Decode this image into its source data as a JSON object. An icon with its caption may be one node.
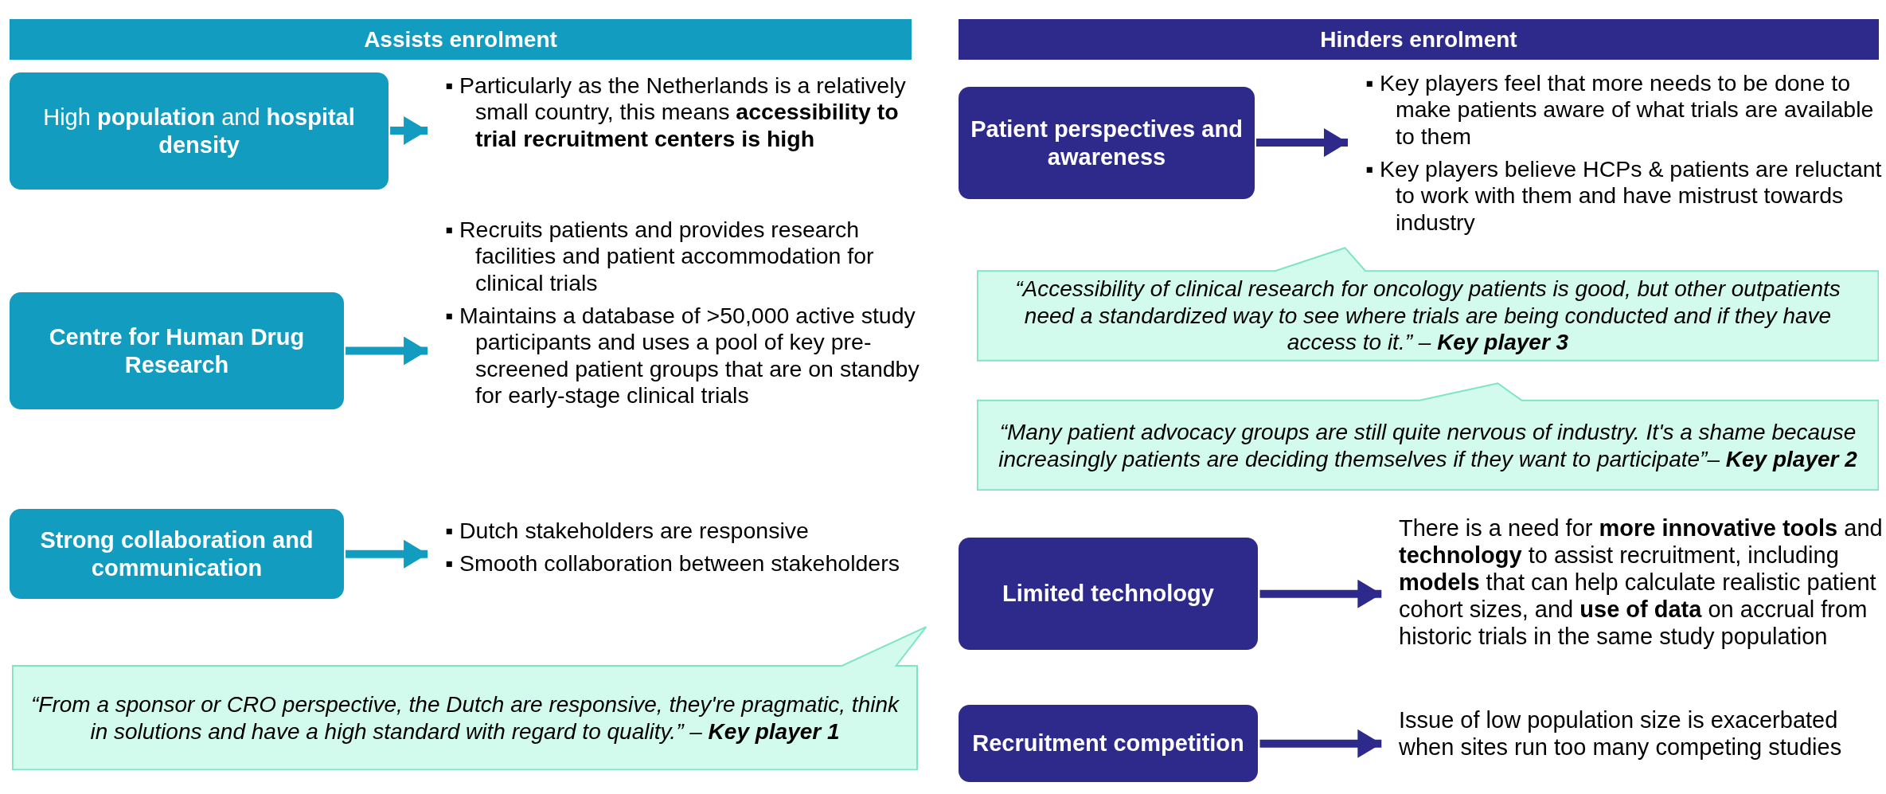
{
  "diagram": {
    "nodes": [
      {
        "text": [
          "Assists enrolment"
        ]
      },
      {
        "text": [
          "High **population** and **hospital density**"
        ]
      },
      {
        "text": [
          "▪ Particularly as the Netherlands is a relatively small country, this means **accessibility to trial recruitment centers is high**"
        ]
      },
      {
        "text": [
          "Centre for Human Drug Research"
        ]
      },
      {
        "text": [
          "▪ Recruits patients and provides research facilities and patient accommodation for clinical trials",
          "▪ Maintains a database of >50,000 active study participants and uses a pool of key pre-screened patient groups that are on standby for early-stage clinical trials"
        ]
      },
      {
        "text": [
          "Strong collaboration and communication"
        ]
      },
      {
        "text": [
          "▪ Dutch stakeholders are responsive",
          "▪ Smooth collaboration between stakeholders"
        ]
      },
      {
        "text": [
          "“From a sponsor or CRO perspective, the Dutch are responsive, they're pragmatic, think in solutions and have a high standard with regard to quality.” – **Key player 1**"
        ]
      },
      {
        "text": [
          "Hinders enrolment"
        ]
      },
      {
        "text": [
          "Patient perspectives and awareness"
        ]
      },
      {
        "text": [
          "▪ Key players feel that more needs to be done to make patients aware of what trials are available to them",
          "▪ Key players believe HCPs & patients are reluctant to work with them and have mistrust towards industry"
        ]
      },
      {
        "text": [
          "“Accessibility of clinical research for oncology patients is good, but other outpatients need a standardized way to see where trials are being conducted and if they have access to it.” – **Key player 3**"
        ]
      },
      {
        "text": [
          "“Many patient advocacy groups are still quite nervous of industry. It's a shame because increasingly patients are deciding themselves if they want to participate”– **Key player 2**"
        ]
      },
      {
        "text": [
          "Limited technology"
        ]
      },
      {
        "text": [
          "There is a need for **more innovative tools** and **technology** to assist recruitment, including **models** that can help calculate realistic patient cohort sizes, and **use of data** on accrual from historic trials in the same study population"
        ]
      },
      {
        "text": [
          "Recruitment competition"
        ]
      },
      {
        "text": [
          "Issue of low population size is exacerbated when sites run too many competing studies"
        ]
      }
    ],
    "edges": [
      {
        "from": 1,
        "to": 2,
        "arrow": "to",
        "color": "#119cc0"
      },
      {
        "from": 3,
        "to": 4,
        "arrow": "to",
        "color": "#119cc0"
      },
      {
        "from": 5,
        "to": 6,
        "arrow": "to",
        "color": "#119cc0"
      },
      {
        "from": 9,
        "to": 10,
        "arrow": "to",
        "color": "#2e2a8c"
      },
      {
        "from": 13,
        "to": 14,
        "arrow": "to",
        "color": "#2e2a8c"
      },
      {
        "from": 15,
        "to": 16,
        "arrow": "to",
        "color": "#2e2a8c"
      }
    ]
  }
}
